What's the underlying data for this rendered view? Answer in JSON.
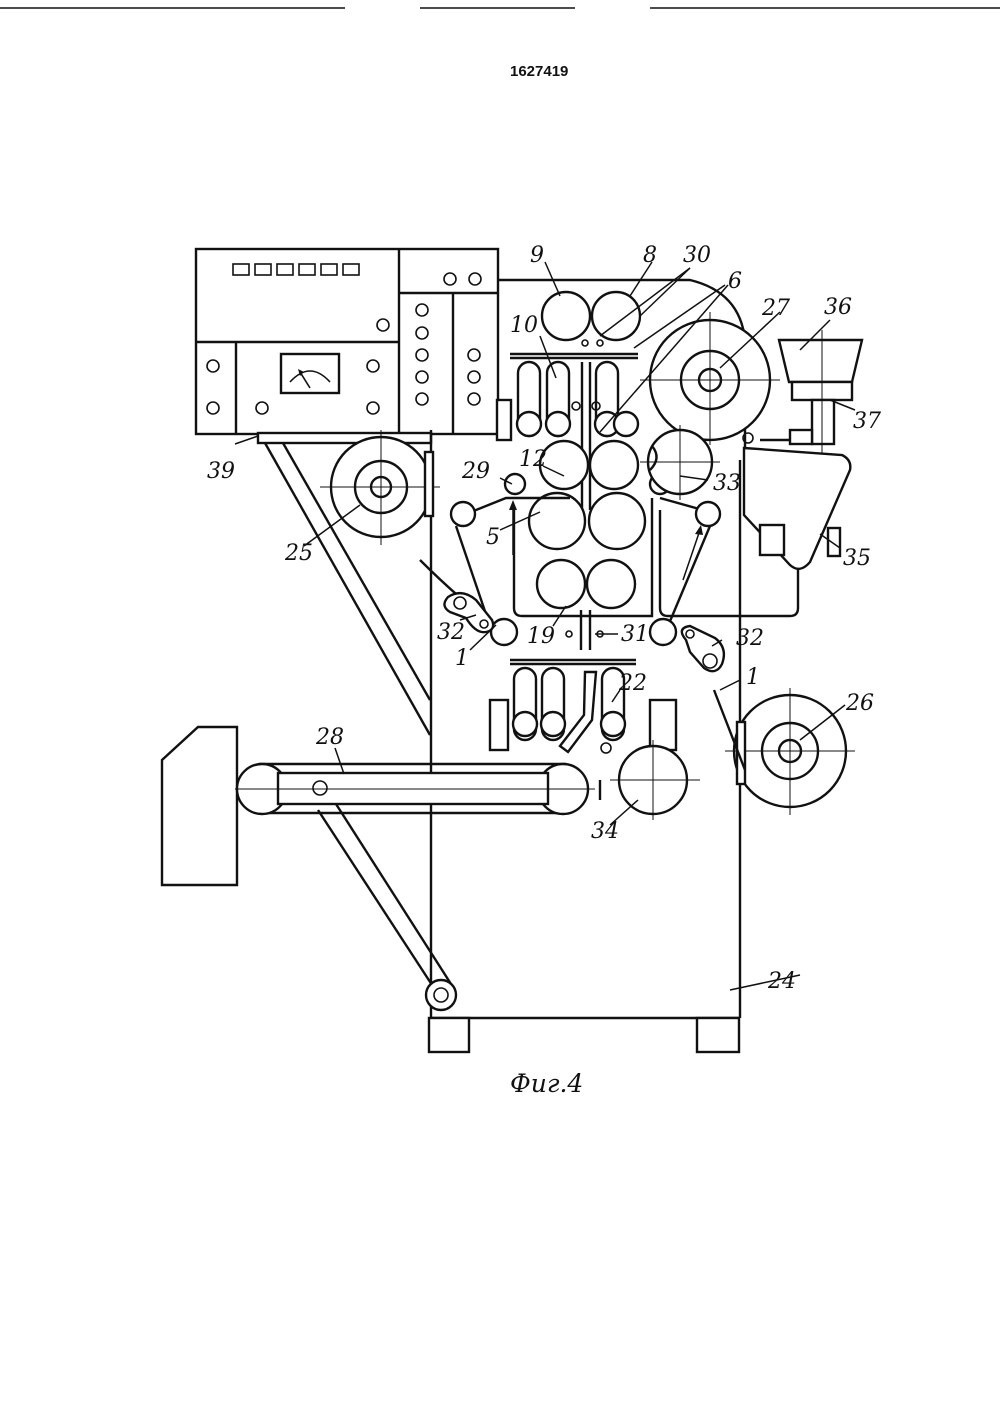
{
  "document": {
    "number": "1627419",
    "caption": "Фиг.4"
  },
  "labels": {
    "l1a": "1",
    "l1b": "1",
    "l5": "5",
    "l6": "6",
    "l8": "8",
    "l9": "9",
    "l10": "10",
    "l12": "12",
    "l19": "19",
    "l22": "22",
    "l24": "24",
    "l25": "25",
    "l26": "26",
    "l27": "27",
    "l28": "28",
    "l29": "29",
    "l30": "30",
    "l31": "31",
    "l32a": "32",
    "l32b": "32",
    "l33": "33",
    "l34": "34",
    "l35": "35",
    "l36": "36",
    "l37": "37",
    "l39": "39"
  }
}
